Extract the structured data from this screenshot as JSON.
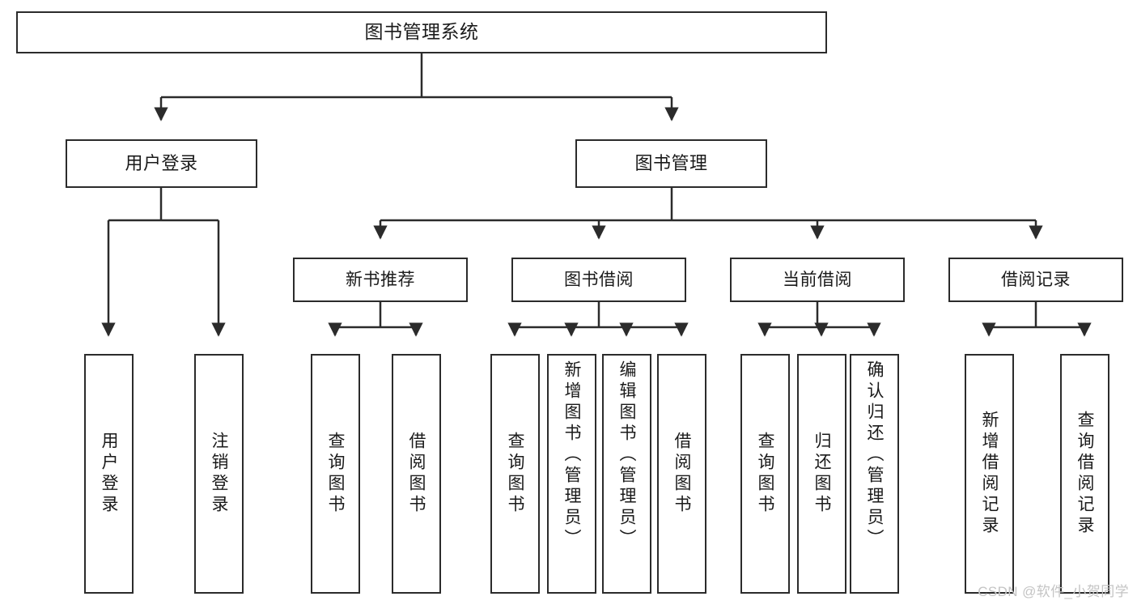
{
  "diagram": {
    "title": "图书管理系统",
    "root": {
      "label": "图书管理系统"
    },
    "level2": [
      {
        "label": "用户登录"
      },
      {
        "label": "图书管理"
      }
    ],
    "level3": [
      {
        "label": "新书推荐"
      },
      {
        "label": "图书借阅"
      },
      {
        "label": "当前借阅"
      },
      {
        "label": "借阅记录"
      }
    ],
    "leaves": [
      {
        "label": "用户登录"
      },
      {
        "label": "注销登录"
      },
      {
        "label": "查询图书"
      },
      {
        "label": "借阅图书"
      },
      {
        "label": "查询图书"
      },
      {
        "label": "新增图书（管理员）"
      },
      {
        "label": "编辑图书（管理员）"
      },
      {
        "label": "借阅图书"
      },
      {
        "label": "查询图书"
      },
      {
        "label": "归还图书"
      },
      {
        "label": "确认归还（管理员）"
      },
      {
        "label": "新增借阅记录"
      },
      {
        "label": "查询借阅记录"
      }
    ],
    "watermark": "CSDN @软件_小贺同学",
    "colors": {
      "stroke": "#2b2b2b",
      "fill": "#ffffff",
      "text": "#1a1a1a",
      "watermark": "#c4c4c4"
    }
  }
}
